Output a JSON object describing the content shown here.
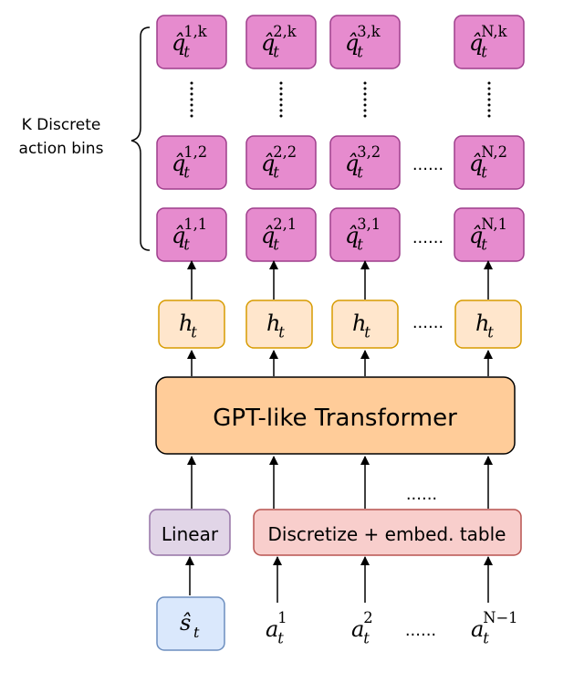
{
  "brace_label": {
    "line1": "K Discrete",
    "line2": "action bins"
  },
  "q_base": "q̂",
  "q_sub": "t",
  "q_columns": [
    "1",
    "2",
    "3",
    "N"
  ],
  "q_rows": [
    "k",
    "2",
    "1"
  ],
  "h_base": "h",
  "h_sub": "t",
  "transformer_label": "GPT-like Transformer",
  "linear_label": "Linear",
  "discretize_label": "Discretize + embed. table",
  "s_base": "ŝ",
  "s_sub": "t",
  "a_base": "a",
  "a_sub": "t",
  "a_sups": [
    "1",
    "2",
    "N−1"
  ],
  "ellipsis": "......",
  "vdots": "⋮",
  "colors": {
    "q_fill": "#E68BCE",
    "q_stroke": "#9E3E8C",
    "h_fill": "#FFE6CC",
    "h_stroke": "#D79B00",
    "transformer_fill": "#FFCC99",
    "linear_fill": "#E1D5E7",
    "linear_stroke": "#9673A6",
    "discretize_fill": "#F8CECC",
    "discretize_stroke": "#B85450",
    "s_fill": "#DAE8FC",
    "s_stroke": "#6C8EBF"
  }
}
